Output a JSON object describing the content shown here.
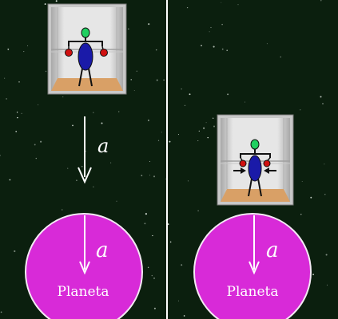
{
  "colors": {
    "space_background": "#0b1f0e",
    "star": "#e8f0e8",
    "divider": "#ffffff",
    "planet_fill": "#d82ad8",
    "planet_outline": "#f4e8f4",
    "arrow": "#ffffff",
    "label_text": "#ffffff",
    "elevator_frame": "#c8c8c8",
    "elevator_wall": "#e4e4e4",
    "elevator_floor": "#d9a066",
    "body": "#1a1aa8",
    "head": "#20d060",
    "mass": "#d01010"
  },
  "left_panel": {
    "acceleration_label": "a",
    "planet_acceleration_label": "a",
    "planet_label": "Planeta"
  },
  "right_panel": {
    "planet_acceleration_label": "a",
    "planet_label": "Planeta"
  }
}
